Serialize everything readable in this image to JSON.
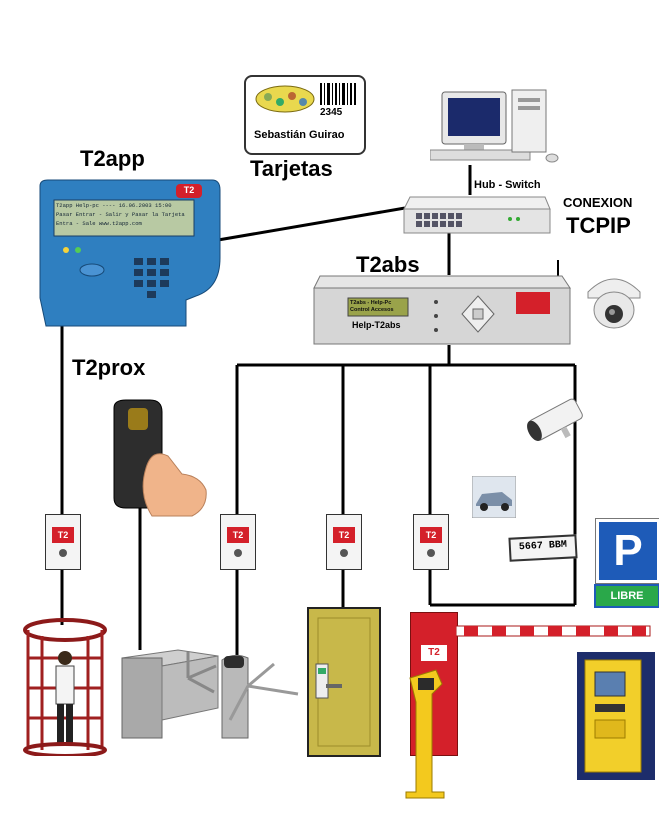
{
  "labels": {
    "t2app": "T2app",
    "t2prox": "T2prox",
    "tarjetas": "Tarjetas",
    "t2abs": "T2abs",
    "hub_switch": "Hub - Switch",
    "conexion": "CONEXION",
    "tcpip": "TCPIP"
  },
  "card": {
    "number": "2345",
    "name": "Sebastián Guirao"
  },
  "terminal_screen": {
    "line1": "T2app  Help-pc  ----  16.06.2003  15:00",
    "line2": "Pasar Entrar - Salir y Pasar la Tarjeta",
    "line3": "Entra - Sale        www.t2app.com"
  },
  "t2abs_unit": {
    "screen_line1": "T2abs - Help-Pc",
    "screen_line2": "Control Accesos",
    "device_name": "Help-T2abs"
  },
  "relay_badge": "T2",
  "door_panel_badge": "T2",
  "license_plate": "5667 BBM",
  "parking": {
    "sign": "P",
    "status": "LIBRE"
  },
  "colors": {
    "terminal_blue": "#2f7fc0",
    "brand_red": "#d4202a",
    "parking_blue": "#1e5bb8",
    "libre_green": "#2aa84a",
    "door_yellow": "#c8b84a",
    "kiosk_yellow": "#f2cf2a"
  }
}
